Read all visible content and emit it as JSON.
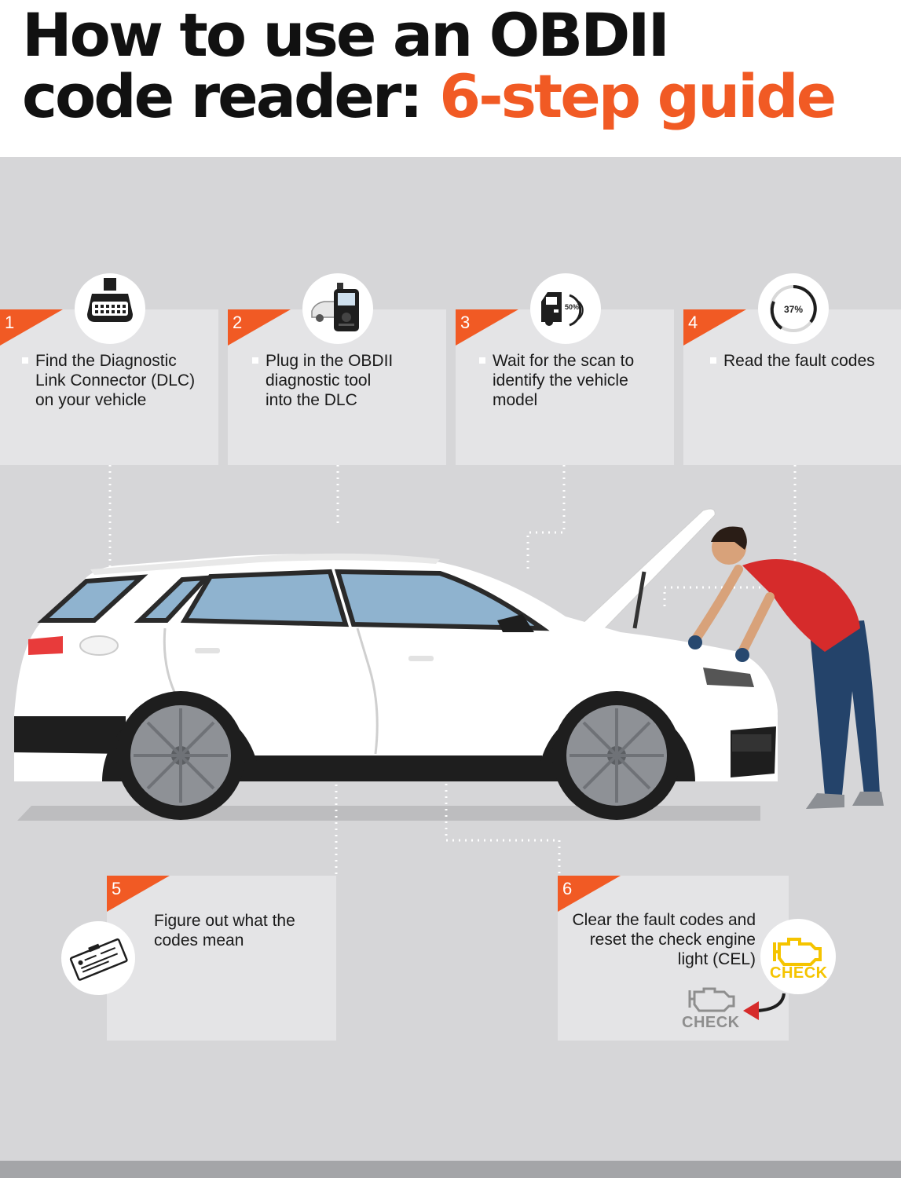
{
  "title": {
    "line1": "How to use an OBDII",
    "line2_prefix": "code reader: ",
    "line2_accent": "6-step guide"
  },
  "colors": {
    "accent": "#f15a24",
    "background": "#d6d6d8",
    "card": "#e4e4e6",
    "warning": "#f5c400"
  },
  "steps": [
    {
      "number": "1",
      "lines": [
        "Find the Diagnostic",
        "Link Connector (DLC)",
        "on your vehicle"
      ],
      "icon": "obd-connector-icon"
    },
    {
      "number": "2",
      "lines": [
        "Plug in the OBDII",
        "diagnostic tool",
        "into the DLC"
      ],
      "icon": "scanner-device-icon"
    },
    {
      "number": "3",
      "lines": [
        "Wait for the scan to",
        "identify the vehicle",
        "model"
      ],
      "icon": "car-scan-icon",
      "badge": "50%"
    },
    {
      "number": "4",
      "lines": [
        "Read the fault codes"
      ],
      "icon": "progress-icon",
      "badge": "37%"
    },
    {
      "number": "5",
      "lines": [
        "Figure out what the",
        "codes mean"
      ],
      "icon": "clipboard-icon"
    },
    {
      "number": "6",
      "lines": [
        "Clear the fault codes and",
        "reset the check engine",
        "light (CEL)"
      ],
      "icon": "check-engine-icon",
      "badge_on": "CHECK",
      "badge_off": "CHECK"
    }
  ]
}
